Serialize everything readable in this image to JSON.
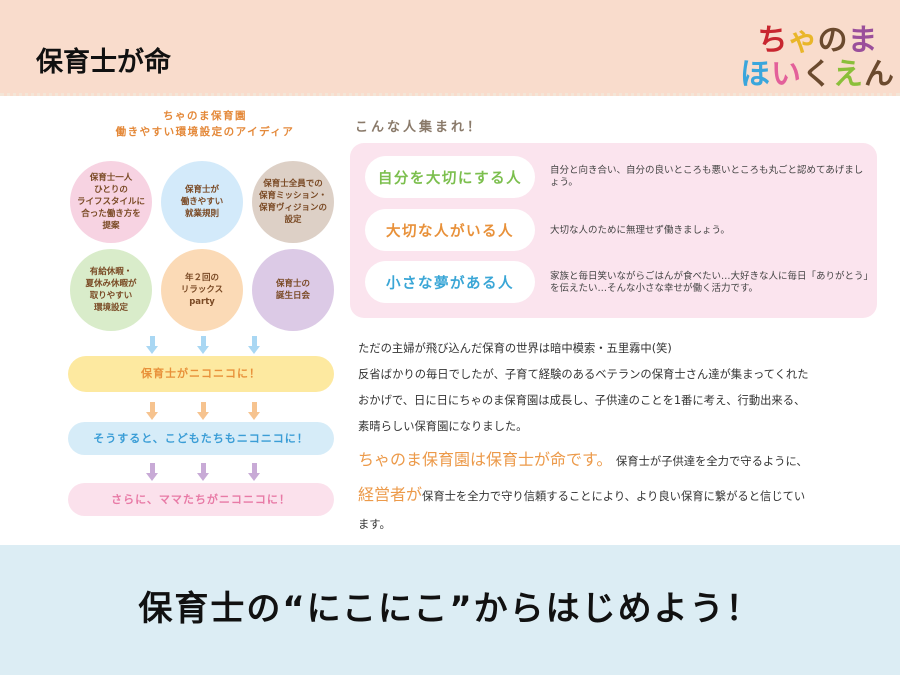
{
  "header": {
    "title": "保育士が命",
    "logo": {
      "line1": [
        "ち",
        "ゃ",
        "の",
        "ま"
      ],
      "line2": [
        "ほ",
        "い",
        "く",
        "え",
        "ん"
      ],
      "colors1": [
        "#c8262f",
        "#e9b62a",
        "#6b4a2e",
        "#9a4f9b"
      ],
      "colors2": [
        "#3aa6dc",
        "#e3609a",
        "#6b4a2e",
        "#8bbf3a",
        "#6b4a2e"
      ]
    }
  },
  "diagram": {
    "title_line1": "ちゃのま保育園",
    "title_line2": "働きやすい環境設定のアイディア",
    "circles": [
      {
        "text": "保育士一人\nひとりの\nライフスタイルに\n合った働き方を\n提案",
        "color": "#f7d3e2"
      },
      {
        "text": "保育士が\n働きやすい\n就業規則",
        "color": "#d3eafa"
      },
      {
        "text": "保育士全員での\n保育ミッション・\n保育ヴィジョンの\n設定",
        "color": "#ddd0c6"
      },
      {
        "text": "有給休暇・\n夏休み休暇が\n取りやすい\n環境設定",
        "color": "#d9ecca"
      },
      {
        "text": "年２回の\nリラックス\nparty",
        "color": "#fbdab6"
      },
      {
        "text": "保育士の\n誕生日会",
        "color": "#dccae6"
      }
    ],
    "steps": [
      {
        "text": "保育士がニコニコに！",
        "bg": "#fde9a0",
        "color": "#e8913a",
        "arrow": "#a9d7f3"
      },
      {
        "text": "そうすると、こどもたちもニコニコに！",
        "bg": "#d6ecf8",
        "color": "#3a9dd6",
        "arrow": "#f6c38f"
      },
      {
        "text": "さらに、ママたちがニコニコに！",
        "bg": "#fbe1ec",
        "color": "#e87aa6",
        "arrow": "#c8aad6"
      }
    ]
  },
  "people": {
    "title": "こんな人集まれ！",
    "items": [
      {
        "label": "自分を大切にする人",
        "desc": "自分と向き合い、自分の良いところも悪いところも丸ごと認めてあげましょう。",
        "color": "#7cbf4e"
      },
      {
        "label": "大切な人がいる人",
        "desc": "大切な人のために無理せず働きましょう。",
        "color": "#e8913a"
      },
      {
        "label": "小さな夢がある人",
        "desc": "家族と毎日笑いながらごはんが食べたい…大好きな人に毎日「ありがとう」を伝えたい…そんな小さな幸せが働く活力です。",
        "color": "#3aa6d6"
      }
    ]
  },
  "story": {
    "lines": [
      "ただの主婦が飛び込んだ保育の世界は暗中模索・五里霧中(笑)",
      "反省ばかりの毎日でしたが、子育て経験のあるベテランの保育士さん達が集まってくれた",
      "おかげで、日に日にちゃのま保育園は成長し、子供達のことを1番に考え、行動出来る、",
      "素晴らしい保育園になりました。"
    ],
    "highlight1": "ちゃのま保育園は保育士が命です。",
    "after1": "保育士が子供達を全力で守るように、",
    "highlight2": "経営者が",
    "after2": "保育士を全力で守り信頼することにより、より良い保育に繋がると信じてい",
    "last": "ます。"
  },
  "footer": {
    "slogan": "保育士の“にこにこ”からはじめよう！"
  }
}
